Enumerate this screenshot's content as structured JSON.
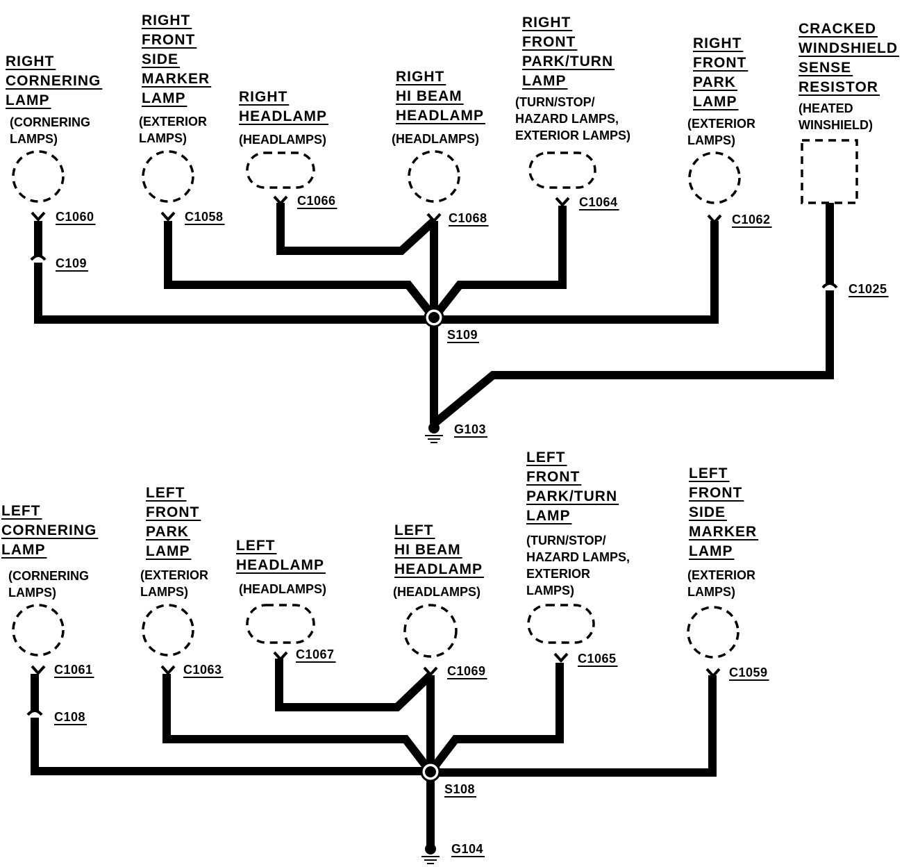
{
  "top": {
    "components": [
      {
        "title": [
          "RIGHT",
          "CORNERING",
          "LAMP"
        ],
        "system": [
          "(CORNERING",
          "LAMPS)"
        ],
        "connector": "C1060",
        "inline_connector": "C109",
        "shape": "circle"
      },
      {
        "title": [
          "RIGHT",
          "FRONT",
          "SIDE",
          "MARKER",
          "LAMP"
        ],
        "system": [
          "(EXTERIOR",
          "LAMPS)"
        ],
        "connector": "C1058",
        "shape": "circle"
      },
      {
        "title": [
          "RIGHT",
          "HEADLAMP"
        ],
        "system": [
          "(HEADLAMPS)"
        ],
        "connector": "C1066",
        "shape": "oval"
      },
      {
        "title": [
          "RIGHT",
          "HI BEAM",
          "HEADLAMP"
        ],
        "system": [
          "(HEADLAMPS)"
        ],
        "connector": "C1068",
        "shape": "circle"
      },
      {
        "title": [
          "RIGHT",
          "FRONT",
          "PARK/TURN",
          "LAMP"
        ],
        "system": [
          "(TURN/STOP/",
          "HAZARD LAMPS,",
          "EXTERIOR LAMPS)"
        ],
        "connector": "C1064",
        "shape": "oval"
      },
      {
        "title": [
          "RIGHT",
          "FRONT",
          "PARK",
          "LAMP"
        ],
        "system": [
          "(EXTERIOR",
          "LAMPS)"
        ],
        "connector": "C1062",
        "shape": "circle"
      },
      {
        "title": [
          "CRACKED",
          "WINDSHIELD",
          "SENSE",
          "RESISTOR"
        ],
        "system": [
          "(HEATED",
          "WINSHIELD)"
        ],
        "connector": "C1025",
        "shape": "rect"
      }
    ],
    "splice": "S109",
    "ground": "G103"
  },
  "bottom": {
    "components": [
      {
        "title": [
          "LEFT",
          "CORNERING",
          "LAMP"
        ],
        "system": [
          "(CORNERING",
          "LAMPS)"
        ],
        "connector": "C1061",
        "inline_connector": "C108",
        "shape": "circle"
      },
      {
        "title": [
          "LEFT",
          "FRONT",
          "PARK",
          "LAMP"
        ],
        "system": [
          "(EXTERIOR",
          "LAMPS)"
        ],
        "connector": "C1063",
        "shape": "circle"
      },
      {
        "title": [
          "LEFT",
          "HEADLAMP"
        ],
        "system": [
          "(HEADLAMPS)"
        ],
        "connector": "C1067",
        "shape": "oval"
      },
      {
        "title": [
          "LEFT",
          "HI BEAM",
          "HEADLAMP"
        ],
        "system": [
          "(HEADLAMPS)"
        ],
        "connector": "C1069",
        "shape": "circle"
      },
      {
        "title": [
          "LEFT",
          "FRONT",
          "PARK/TURN",
          "LAMP"
        ],
        "system": [
          "(TURN/STOP/",
          "HAZARD LAMPS,",
          "EXTERIOR",
          "LAMPS)"
        ],
        "connector": "C1065",
        "shape": "oval"
      },
      {
        "title": [
          "LEFT",
          "FRONT",
          "SIDE",
          "MARKER",
          "LAMP"
        ],
        "system": [
          "(EXTERIOR",
          "LAMPS)"
        ],
        "connector": "C1059",
        "shape": "circle"
      }
    ],
    "splice": "S108",
    "ground": "G104"
  }
}
